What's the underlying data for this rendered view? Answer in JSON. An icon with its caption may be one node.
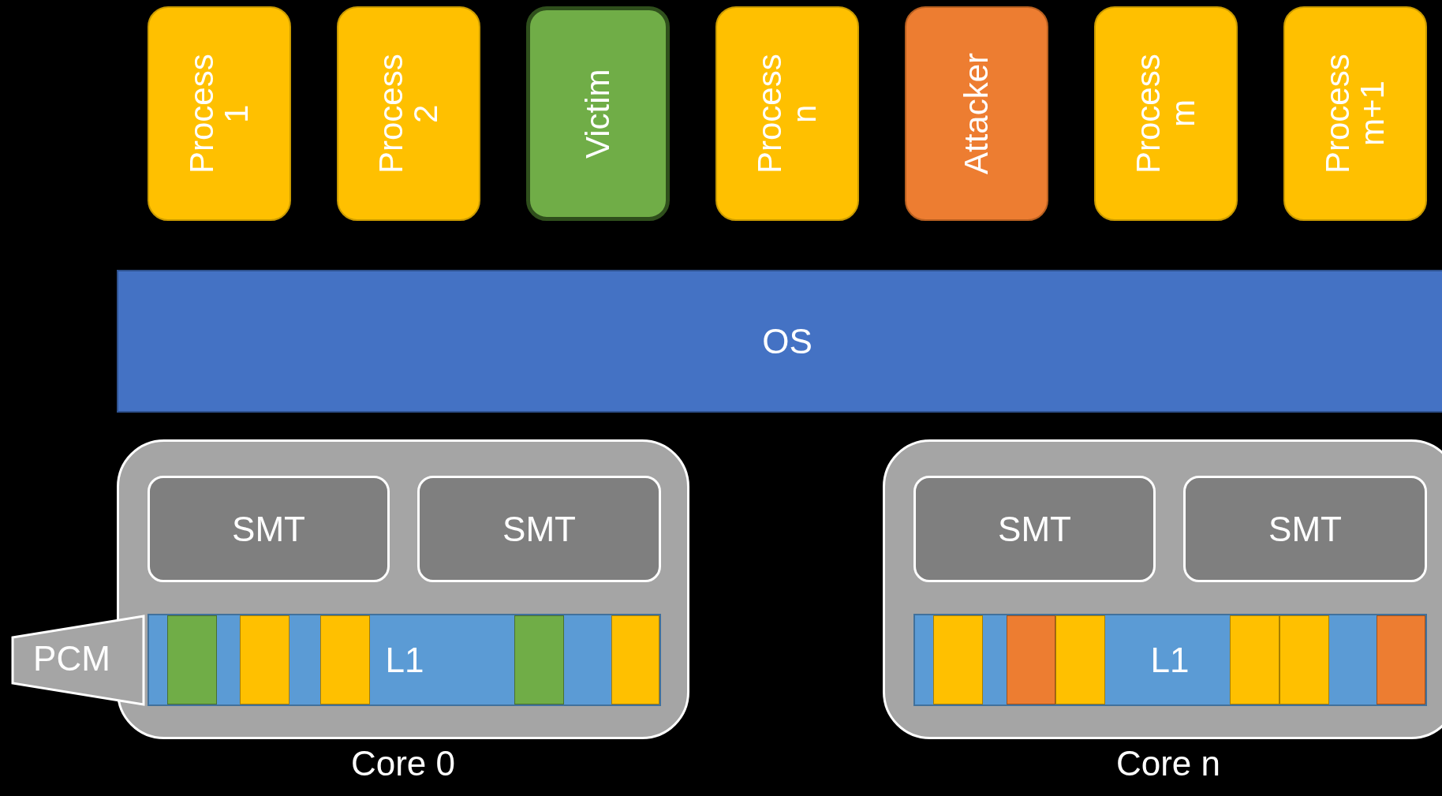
{
  "diagram": {
    "nodes": [
      {
        "text": [
          "Process 1"
        ]
      },
      {
        "text": [
          "Process 2"
        ]
      },
      {
        "text": [
          "Victim"
        ]
      },
      {
        "text": [
          "Process n"
        ]
      },
      {
        "text": [
          "Attacker"
        ]
      },
      {
        "text": [
          "Process m"
        ]
      },
      {
        "text": [
          "Process m+1"
        ]
      },
      {
        "text": [
          "OS"
        ]
      },
      {
        "text": [
          "Core 0"
        ]
      },
      {
        "text": [
          "SMT"
        ],
        "in": 8
      },
      {
        "text": [
          "SMT"
        ],
        "in": 8
      },
      {
        "text": [
          "L1"
        ],
        "in": 8
      },
      {
        "text": [],
        "shape": "box",
        "in": 11
      },
      {
        "text": [],
        "shape": "box",
        "in": 11
      },
      {
        "text": [],
        "shape": "box",
        "in": 11
      },
      {
        "text": [],
        "shape": "box",
        "in": 11
      },
      {
        "text": [],
        "shape": "box",
        "in": 11
      },
      {
        "text": [
          "PCM"
        ]
      },
      {
        "text": [
          "Core n"
        ]
      },
      {
        "text": [
          "SMT"
        ],
        "in": 18
      },
      {
        "text": [
          "SMT"
        ],
        "in": 18
      },
      {
        "text": [
          "L1"
        ],
        "in": 18
      },
      {
        "text": [],
        "shape": "box",
        "in": 21
      },
      {
        "text": [],
        "shape": "box",
        "in": 21
      },
      {
        "text": [],
        "shape": "box",
        "in": 21
      },
      {
        "text": [],
        "shape": "box",
        "in": 21
      },
      {
        "text": [],
        "shape": "box",
        "in": 21
      },
      {
        "text": [],
        "shape": "box",
        "in": 21
      }
    ],
    "edges": []
  }
}
